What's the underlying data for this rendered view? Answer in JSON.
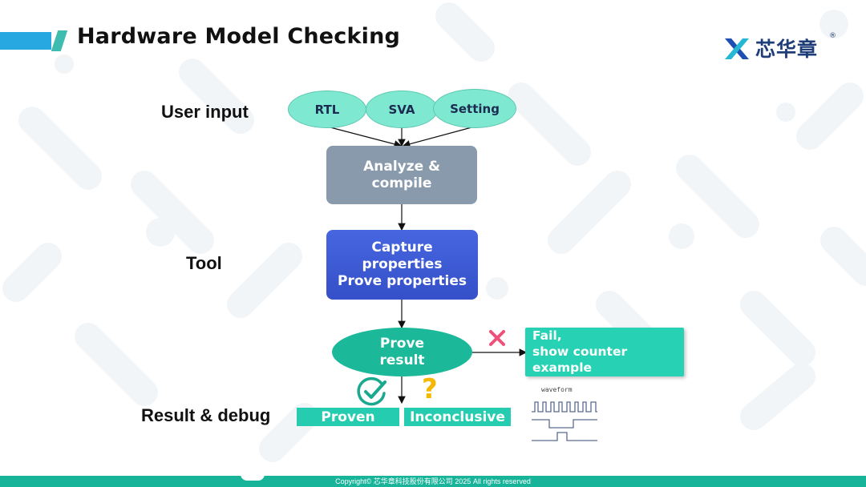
{
  "header": {
    "title": "Hardware Model Checking"
  },
  "logo": {
    "text": "芯华章",
    "reg_mark": "®"
  },
  "row_labels": {
    "user_input": "User input",
    "tool": "Tool",
    "result_debug": "Result & debug"
  },
  "inputs": [
    "RTL",
    "SVA",
    "Setting"
  ],
  "steps": {
    "analyze": [
      "Analyze &",
      "compile"
    ],
    "capture": [
      "Capture",
      "properties",
      "Prove properties"
    ],
    "prove": [
      "Prove",
      "result"
    ]
  },
  "outcomes": {
    "fail": [
      "Fail,",
      "show counter example"
    ],
    "proven": "Proven",
    "inconclusive": "Inconclusive",
    "question_mark": "?"
  },
  "waveform": {
    "label": "waveform"
  },
  "footer": {
    "copyright": "Copyright© 芯华章科技股份有限公司 2025 All rights reserved"
  },
  "colors": {
    "accent_teal": "#26ccb0",
    "capture_blue": "#3b5bd6",
    "analyze_gray": "#8a9aad",
    "fail_red": "#f0507a",
    "question_yellow": "#f5b800",
    "logo_navy": "#1f3d78"
  },
  "icons": {
    "check": "check-circle-icon",
    "cross": "cross-icon",
    "question": "question-mark-icon"
  }
}
